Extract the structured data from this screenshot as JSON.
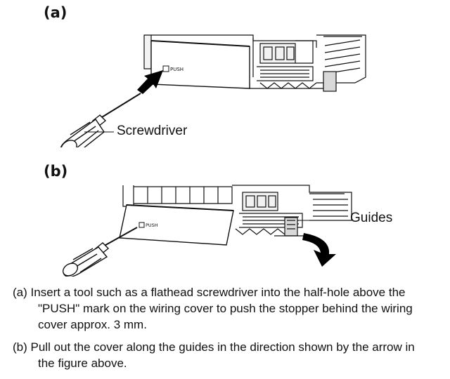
{
  "figure_a": {
    "label": "(a)",
    "push_mark": "PUSH",
    "callout": "Screwdriver"
  },
  "figure_b": {
    "label": "(b)",
    "push_mark": "PUSH",
    "callout": "Guides"
  },
  "captions": [
    {
      "marker": "(a)",
      "lines": [
        "Insert a tool such as a flathead screwdriver into the half-hole above the",
        "\"PUSH\" mark on the wiring cover to push the stopper behind the wiring",
        "cover approx. 3 mm."
      ]
    },
    {
      "marker": "(b)",
      "lines": [
        "Pull out the cover along the guides in the direction shown by the arrow in",
        "the figure above."
      ]
    }
  ],
  "colors": {
    "line": "#111111",
    "fill_light": "#f2f2f2",
    "fill_mid": "#d9d9d9",
    "arrow": "#000000"
  }
}
